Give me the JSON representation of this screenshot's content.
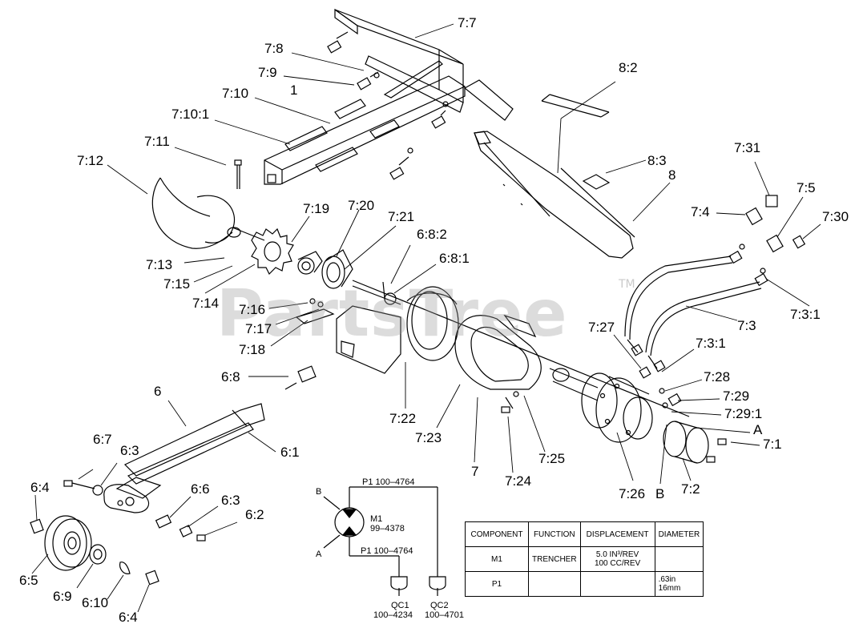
{
  "watermark": {
    "text": "PartsTree",
    "trademark": "TM"
  },
  "callouts": {
    "c7_7": "7:7",
    "c7_8": "7:8",
    "c7_9": "7:9",
    "c7_10": "7:10",
    "c1": "1",
    "c7_10_1": "7:10:1",
    "c7_11": "7:11",
    "c7_12": "7:12",
    "c8_2": "8:2",
    "c8_3": "8:3",
    "c8": "8",
    "c7_19": "7:19",
    "c7_20": "7:20",
    "c7_21": "7:21",
    "c6_8_2": "6:8:2",
    "c6_8_1": "6:8:1",
    "c7_13": "7:13",
    "c7_15": "7:15",
    "c7_14": "7:14",
    "c7_16": "7:16",
    "c7_17": "7:17",
    "c7_18": "7:18",
    "c6_8": "6:8",
    "c6": "6",
    "c6_1": "6:1",
    "c7_22": "7:22",
    "c7_23": "7:23",
    "c7": "7",
    "c7_24": "7:24",
    "c7_25": "7:25",
    "c7_26": "7:26",
    "cB": "B",
    "c7_2": "7:2",
    "c7_1": "7:1",
    "cA": "A",
    "c7_29_1": "7:29:1",
    "c7_29": "7:29",
    "c7_28": "7:28",
    "c7_3_1a": "7:3:1",
    "c7_27": "7:27",
    "c7_3": "7:3",
    "c7_3_1b": "7:3:1",
    "c7_31": "7:31",
    "c7_4": "7:4",
    "c7_5": "7:5",
    "c7_30": "7:30",
    "c6_7": "6:7",
    "c6_3a": "6:3",
    "c6_4a": "6:4",
    "c6_6": "6:6",
    "c6_3b": "6:3",
    "c6_2": "6:2",
    "c6_5": "6:5",
    "c6_9": "6:9",
    "c6_10": "6:10",
    "c6_4b": "6:4"
  },
  "hydraulic": {
    "port_b": "B",
    "port_a": "A",
    "motor_label": "M1",
    "motor_part": "99–4378",
    "top_line": "P1 100–4764",
    "bottom_line": "P1 100–4764",
    "qc1_label": "QC1",
    "qc1_part": "100–4234",
    "qc2_label": "QC2",
    "qc2_part": "100–4701"
  },
  "spec_table": {
    "headers": [
      "COMPONENT",
      "FUNCTION",
      "DISPLACEMENT",
      "DIAMETER"
    ],
    "rows": [
      {
        "component": "M1",
        "function": "TRENCHER",
        "disp1": "5.0 IN³/REV",
        "disp2": "100 CC/REV",
        "dia1": "",
        "dia2": ""
      },
      {
        "component": "P1",
        "function": "",
        "disp1": "",
        "disp2": "",
        "dia1": ".63in",
        "dia2": "16mm"
      }
    ]
  }
}
